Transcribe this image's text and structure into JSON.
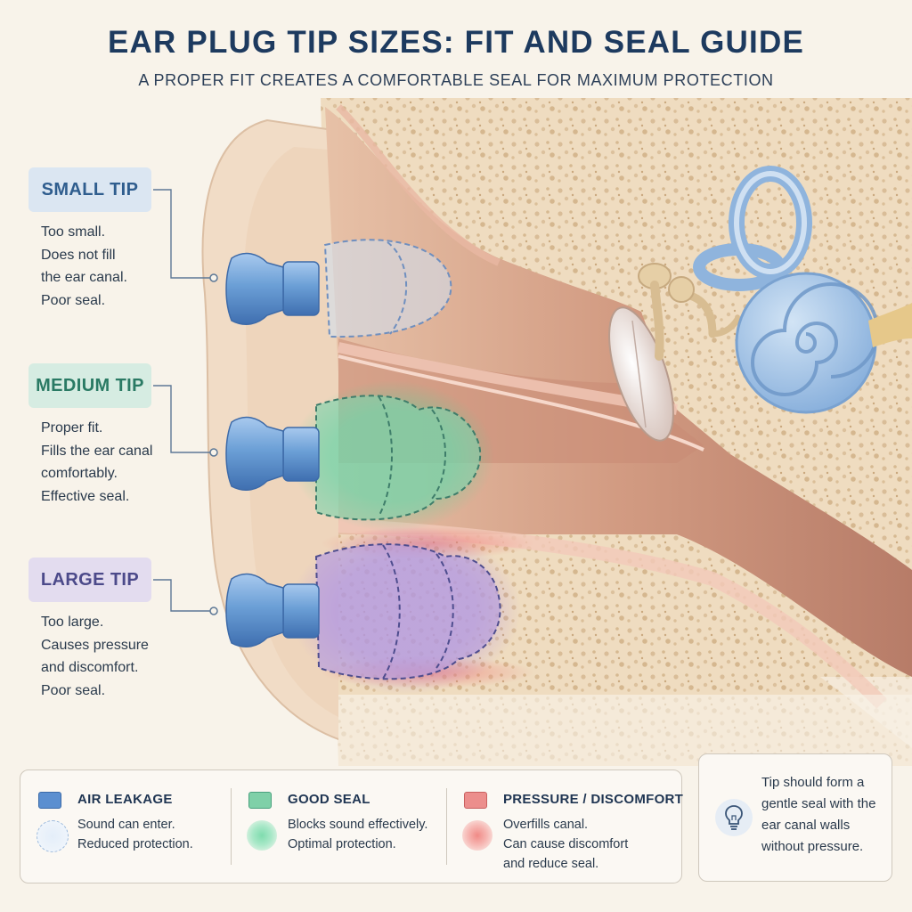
{
  "header": {
    "title": "EAR PLUG TIP SIZES: FIT AND SEAL GUIDE",
    "subtitle": "A PROPER FIT CREATES A COMFORTABLE SEAL FOR MAXIMUM PROTECTION"
  },
  "tips": [
    {
      "label": "SMALL TIP",
      "lines": [
        "Too small.",
        "Does not fill",
        "the ear canal.",
        "Poor seal."
      ],
      "color": "#dbe6f2",
      "tint": "#aecbe8"
    },
    {
      "label": "MEDIUM TIP",
      "lines": [
        "Proper fit.",
        "Fills the ear canal",
        "comfortably.",
        "Effective seal."
      ],
      "color": "#d6ece2",
      "tint": "#6fd1a9"
    },
    {
      "label": "LARGE TIP",
      "lines": [
        "Too large.",
        "Causes pressure",
        "and discomfort.",
        "Poor seal."
      ],
      "color": "#e3dcef",
      "tint": "#a98de0"
    }
  ],
  "legend": {
    "items": [
      {
        "title": "AIR LEAKAGE",
        "lines": [
          "Sound can enter.",
          "Reduced protection."
        ],
        "swatch": "#5b8fd0"
      },
      {
        "title": "GOOD SEAL",
        "lines": [
          "Blocks sound effectively.",
          "Optimal protection."
        ],
        "swatch": "#7fd0a8"
      },
      {
        "title": "PRESSURE / DISCOMFORT",
        "lines": [
          "Overfills canal.",
          "Can cause discomfort",
          "and reduce seal."
        ],
        "swatch": "#ec8e8c"
      }
    ]
  },
  "callout": {
    "icon": "lightbulb-icon",
    "lines": [
      "Tip should form a",
      "gentle seal with the",
      "ear canal walls",
      "without pressure."
    ]
  },
  "colors": {
    "title": "#1d3a5f",
    "plug_body": "#6b9fd6",
    "canal_skin": "#d99c86",
    "bone": "#efdcc0",
    "inner_ear": "#a9c8e8"
  }
}
